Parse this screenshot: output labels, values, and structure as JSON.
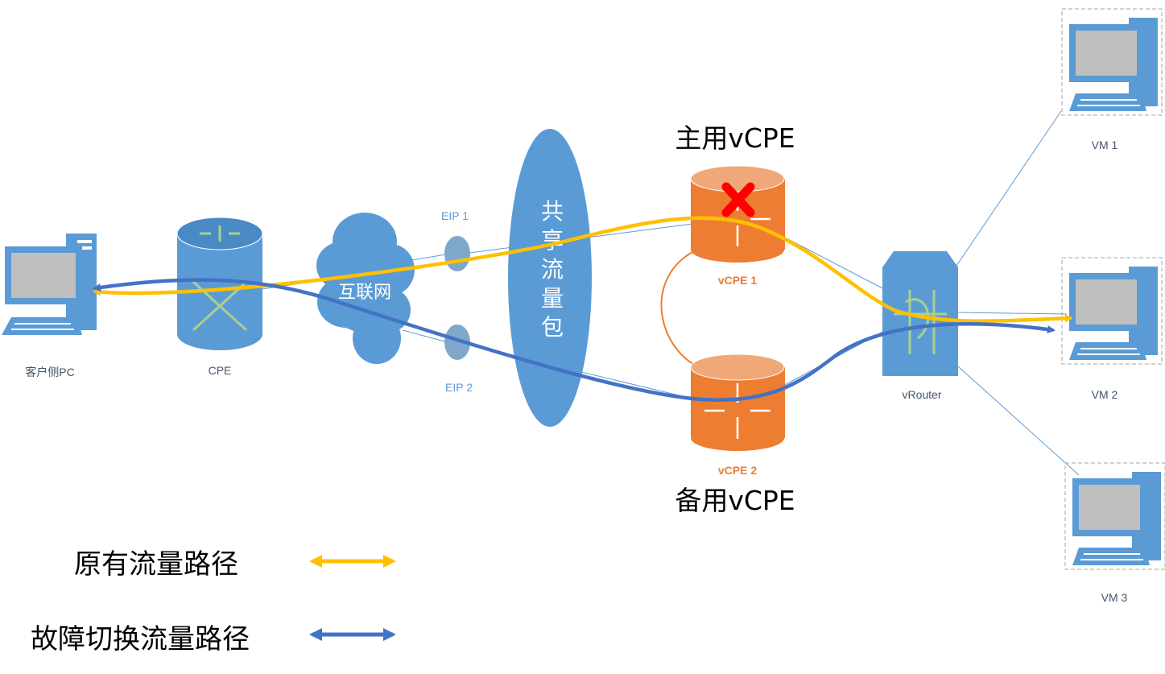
{
  "nodes": {
    "client_pc": "客户侧PC",
    "cpe": "CPE",
    "internet": "互联网",
    "eip1": "EIP 1",
    "eip2": "EIP 2",
    "shared_bandwidth": [
      "共",
      "享",
      "流",
      "量",
      "包"
    ],
    "primary_title": "主用vCPE",
    "vcpe1": "vCPE 1",
    "backup_title": "备用vCPE",
    "vcpe2": "vCPE 2",
    "vrouter": "vRouter",
    "vm1": "VM 1",
    "vm2": "VM 2",
    "vm3": "VM 3"
  },
  "legend": {
    "original_path": "原有流量路径",
    "failover_path": "故障切换流量路径"
  },
  "colors": {
    "original_path": "#ffc000",
    "failover_path": "#4472c4",
    "device_blue": "#5b9bd5",
    "vcpe_orange": "#ed7d31",
    "failure_mark": "#ff0000"
  },
  "icons": {
    "client_pc": "desktop-computer-icon",
    "cpe": "router-icon",
    "internet": "cloud-icon",
    "vcpe": "router-icon",
    "vrouter": "switch-icon",
    "vm": "desktop-computer-icon",
    "failure": "x-mark-icon"
  }
}
